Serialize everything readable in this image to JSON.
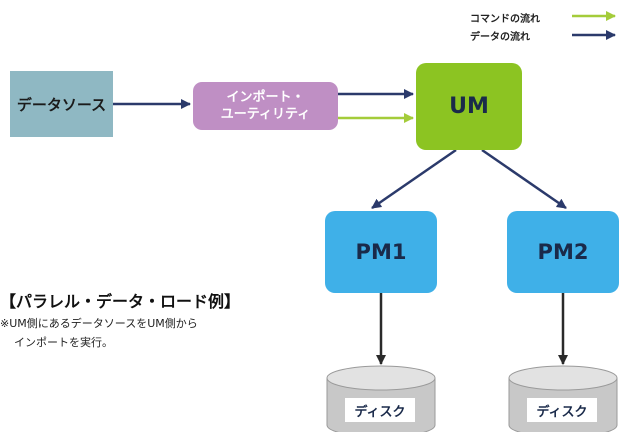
{
  "legend": {
    "command_flow": "コマンドの流れ",
    "data_flow": "データの流れ"
  },
  "nodes": {
    "source": "データソース",
    "importer_line1": "インポート・",
    "importer_line2": "ユーティリティ",
    "um": "UM",
    "pm1": "PM1",
    "pm2": "PM2",
    "disk1": "ディスク",
    "disk2": "ディスク"
  },
  "caption": {
    "title": "【パラレル・データ・ロード例】",
    "note_line1": "※UM側にあるデータソースをUM側から",
    "note_line2": "インポートを実行。"
  },
  "colors": {
    "command_arrow": "#a4cc3a",
    "data_arrow": "#2b3a6b",
    "source_fill": "#8fb8c3",
    "importer_fill": "#bf8fc4",
    "um_fill": "#8cc422",
    "pm_fill": "#3fb0e8",
    "disk_fill": "#c8c8c8",
    "disk_arrow": "#2a2a2a"
  }
}
